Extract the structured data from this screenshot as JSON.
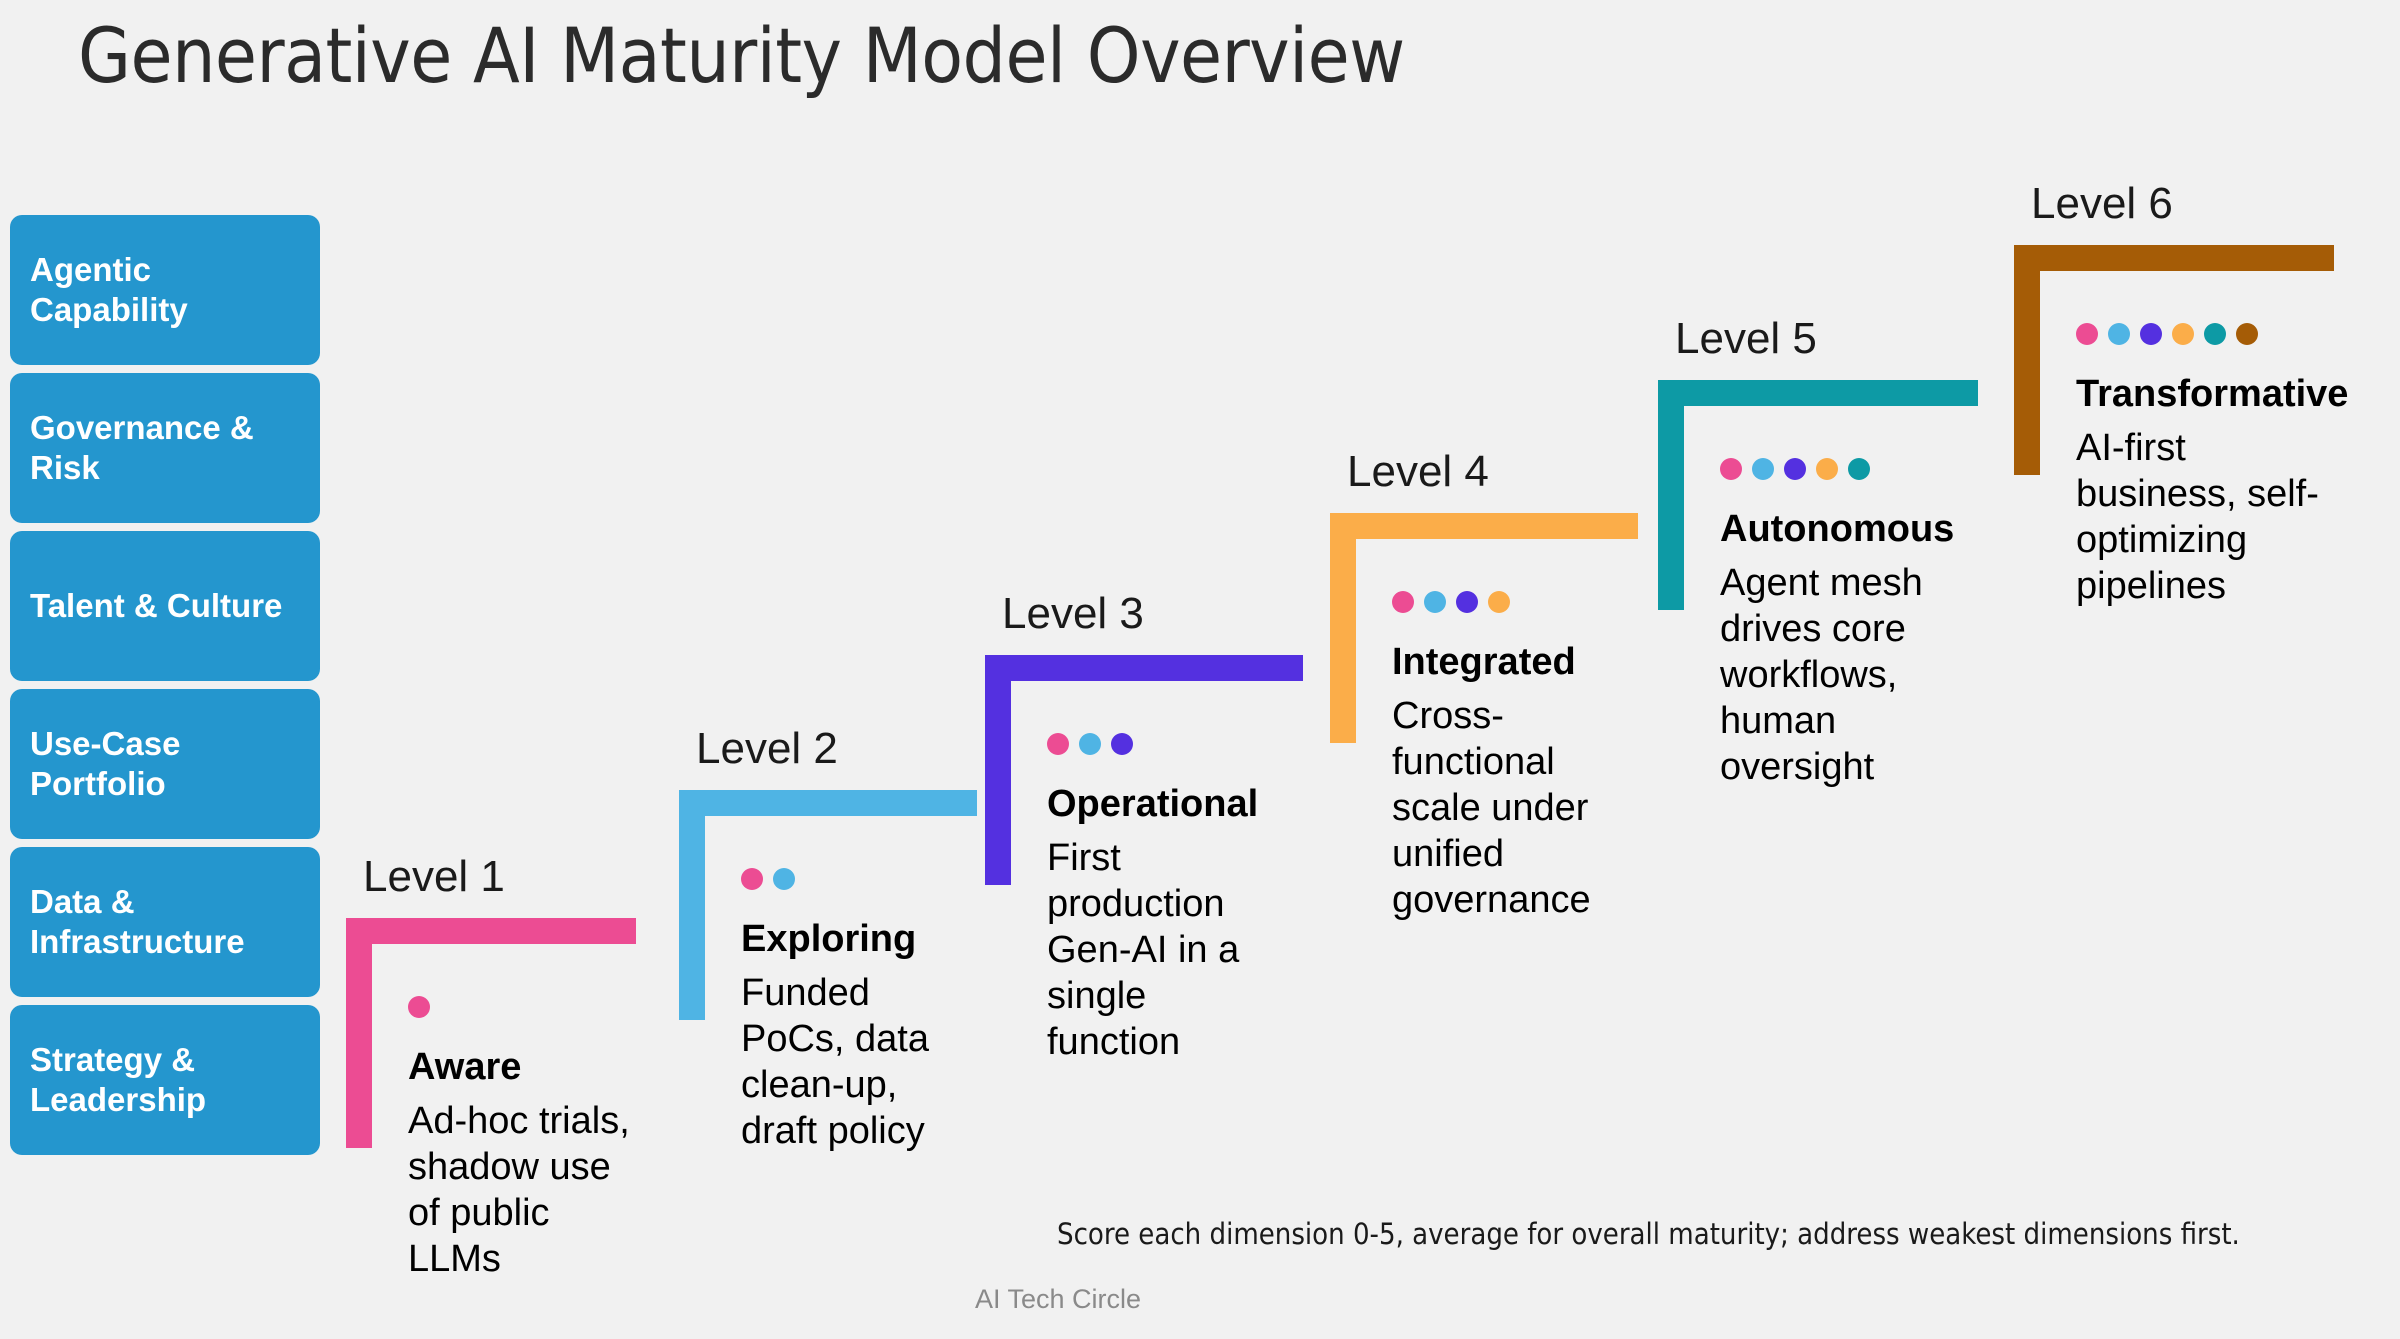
{
  "page": {
    "title": "Generative AI Maturity Model Overview",
    "background_color": "#f1f1f1"
  },
  "dimensions": {
    "box_color": "#2496ce",
    "text_color": "#ffffff",
    "items": [
      {
        "label": "Agentic Capability"
      },
      {
        "label": "Governance & Risk"
      },
      {
        "label": "Talent & Culture"
      },
      {
        "label": "Use-Case Portfolio"
      },
      {
        "label": "Data & Infrastructure"
      },
      {
        "label": "Strategy & Leadership"
      }
    ]
  },
  "palette": {
    "level1": "#ec4c93",
    "level2": "#4fb4e4",
    "level3": "#5430e0",
    "level4": "#fbad49",
    "level5": "#0d9aa5",
    "level6": "#a55c06"
  },
  "steps": [
    {
      "level_label": "Level 1",
      "name": "Aware",
      "description": "Ad-hoc trials, shadow use of public LLMs",
      "color": "#ec4c93",
      "dots": [
        "#ec4c93"
      ]
    },
    {
      "level_label": "Level 2",
      "name": "Exploring",
      "description": "Funded PoCs, data clean-up, draft policy",
      "color": "#4fb4e4",
      "dots": [
        "#ec4c93",
        "#4fb4e4"
      ]
    },
    {
      "level_label": "Level 3",
      "name": "Operational",
      "description": "First production Gen-AI in a single function",
      "color": "#5430e0",
      "dots": [
        "#ec4c93",
        "#4fb4e4",
        "#5430e0"
      ]
    },
    {
      "level_label": "Level 4",
      "name": "Integrated",
      "description": "Cross-functional scale under unified governance",
      "color": "#fbad49",
      "dots": [
        "#ec4c93",
        "#4fb4e4",
        "#5430e0",
        "#fbad49"
      ]
    },
    {
      "level_label": "Level 5",
      "name": "Autonomous",
      "description": "Agent mesh drives core workflows, human oversight",
      "color": "#0d9aa5",
      "dots": [
        "#ec4c93",
        "#4fb4e4",
        "#5430e0",
        "#fbad49",
        "#0d9aa5"
      ]
    },
    {
      "level_label": "Level 6",
      "name": "Transformative",
      "description": "AI-first business, self-optimizing pipelines",
      "color": "#a55c06",
      "dots": [
        "#ec4c93",
        "#4fb4e4",
        "#5430e0",
        "#fbad49",
        "#0d9aa5",
        "#a55c06"
      ]
    }
  ],
  "footer": {
    "note": "Score each dimension 0-5, average for overall maturity; address weakest dimensions first.",
    "watermark": "AI Tech Circle"
  }
}
